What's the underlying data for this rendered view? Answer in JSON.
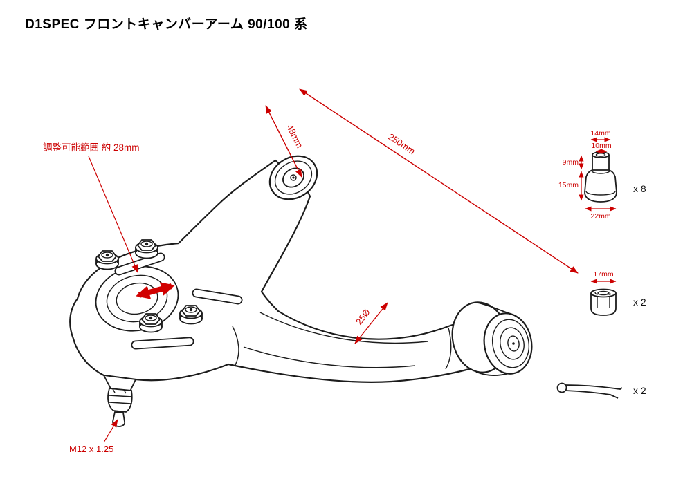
{
  "title": "D1SPEC フロントキャンバーアーム 90/100 系",
  "colors": {
    "annotation_red": "#cc0000",
    "highlight_arrow_red": "#d10000",
    "line_black": "#1c1c1c",
    "background": "#ffffff"
  },
  "annotations": {
    "adjust_range_label": "調整可能範囲 約 28mm",
    "dim_top_bushing": "48mm",
    "dim_arm_length": "250mm",
    "dim_tube_diameter": "25Ø",
    "thread_spec": "M12 x 1.25"
  },
  "parts_list": {
    "bushing": {
      "dim_top_outer": "14mm",
      "dim_top_inner": "10mm",
      "dim_upper_height": "9mm",
      "dim_lower_height": "15mm",
      "dim_base": "22mm",
      "qty": "x 8"
    },
    "castle_nut": {
      "dim_width": "17mm",
      "qty": "x 2"
    },
    "cotter_pin": {
      "qty": "x 2"
    }
  }
}
